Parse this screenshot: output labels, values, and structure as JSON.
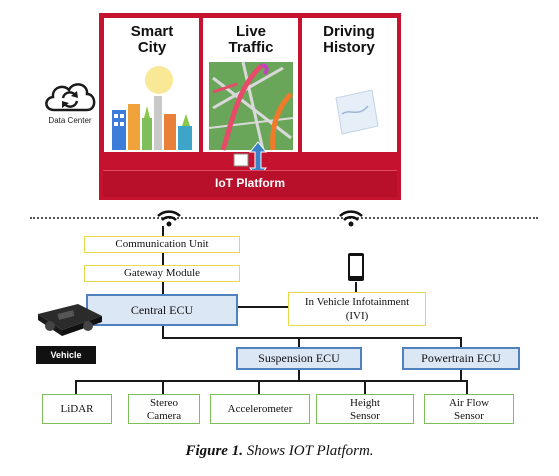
{
  "cloud": {
    "panels": [
      {
        "title": "Smart City"
      },
      {
        "title": "Live Traffic"
      },
      {
        "title": "Driving History"
      }
    ],
    "platform_label": "IoT Platform",
    "data_center_label": "Data Center"
  },
  "vehicle": {
    "communication_unit": "Communication Unit",
    "gateway_module": "Gateway Module",
    "central_ecu": "Central ECU",
    "ivi_line1": "In Vehicle Infotainment",
    "ivi_line2": "(IVI)",
    "suspension_ecu": "Suspension ECU",
    "powertrain_ecu": "Powertrain ECU",
    "vehicle_badge": "Vehicle",
    "sensors": [
      {
        "line1": "LiDAR",
        "line2": ""
      },
      {
        "line1": "Stereo",
        "line2": "Camera"
      },
      {
        "line1": "Accelerometer",
        "line2": ""
      },
      {
        "line1": "Height",
        "line2": "Sensor"
      },
      {
        "line1": "Air Flow",
        "line2": "Sensor"
      }
    ]
  },
  "caption": {
    "label": "Figure 1.",
    "text": "Shows IOT Platform."
  },
  "colors": {
    "platform_red": "#c4122f",
    "ecu_blue": "#4f81bd",
    "unit_yellow": "#e8d94a",
    "sensor_green": "#7fbf5a"
  }
}
